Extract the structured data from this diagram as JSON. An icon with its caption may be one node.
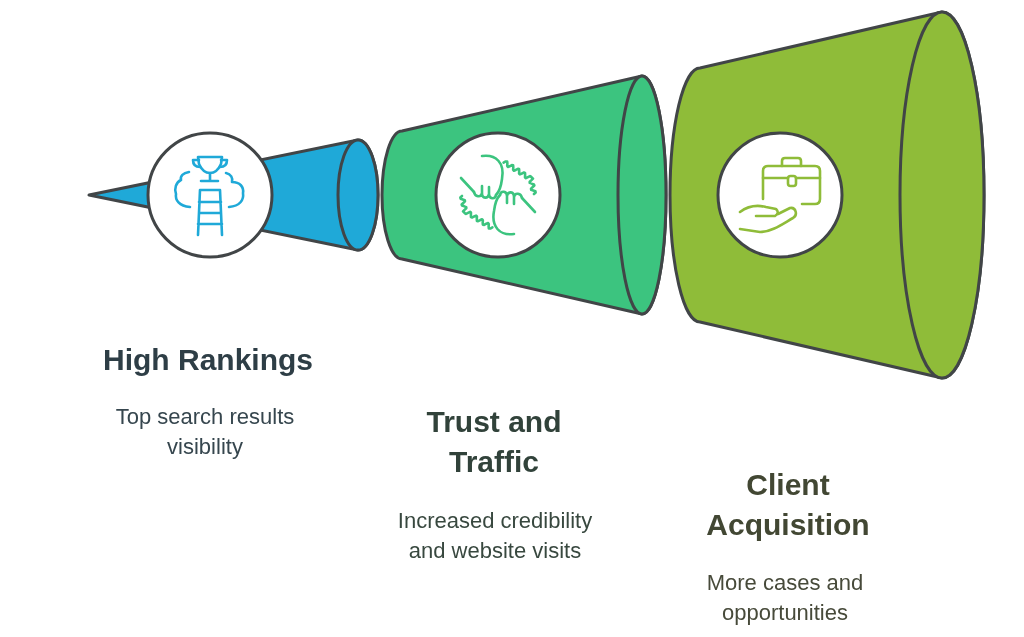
{
  "diagram": {
    "nodes": [
      {
        "text": [],
        "shape": "cone",
        "beside": [
          "High Rankings",
          "Top search results visibility"
        ]
      },
      {
        "text": [],
        "shape": "cone",
        "beside": [
          "Trust and Traffic",
          "Increased credibility and website visits"
        ]
      },
      {
        "text": [],
        "shape": "cone",
        "beside": [
          "Client Acquisition",
          "More cases and opportunities"
        ]
      }
    ]
  }
}
